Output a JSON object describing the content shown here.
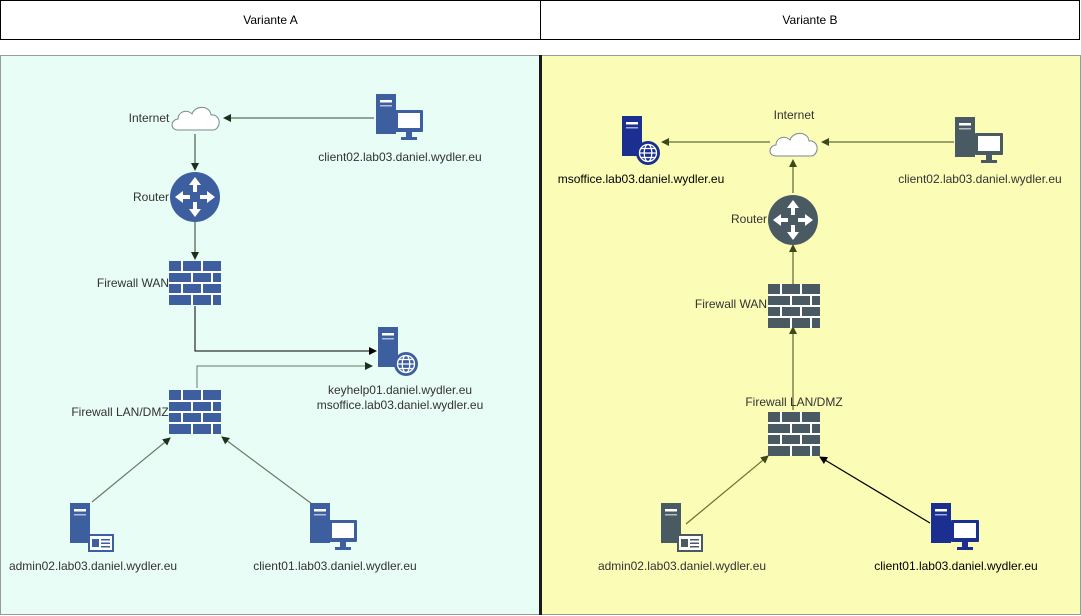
{
  "headers": {
    "variant_a": "Variante A",
    "variant_b": "Variante B"
  },
  "colors": {
    "panel_a_bg": "#e8fdf5",
    "panel_b_bg": "#fbfcb5",
    "blue_icon": "#3d5fa0",
    "navy_icon": "#1a2f8f",
    "grey_icon": "#4a5a63"
  },
  "variant_a": {
    "internet": "Internet",
    "router": "Router",
    "firewall_wan": "Firewall WAN",
    "firewall_lan": "Firewall LAN/DMZ",
    "client02": "client02.lab03.daniel.wydler.eu",
    "server_line1": "keyhelp01.daniel.wydler.eu",
    "server_line2": "msoffice.lab03.daniel.wydler.eu",
    "admin02": "admin02.lab03.daniel.wydler.eu",
    "client01": "client01.lab03.daniel.wydler.eu"
  },
  "variant_b": {
    "internet": "Internet",
    "router": "Router",
    "firewall_wan": "Firewall WAN",
    "firewall_lan": "Firewall LAN/DMZ",
    "msoffice": "msoffice.lab03.daniel.wydler.eu",
    "client02": "client02.lab03.daniel.wydler.eu",
    "admin02": "admin02.lab03.daniel.wydler.eu",
    "client01": "client01.lab03.daniel.wydler.eu"
  }
}
